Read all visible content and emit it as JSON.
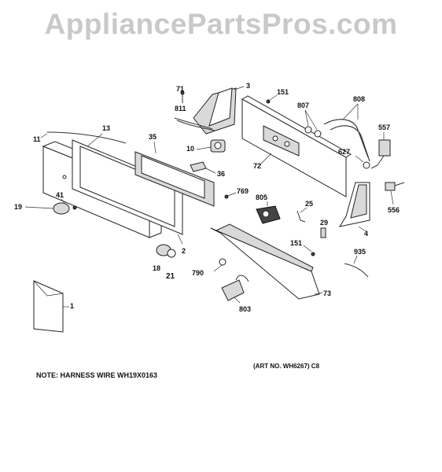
{
  "watermark": "AppliancePartsPros.com",
  "note": "NOTE: HARNESS WIRE WH19X0163",
  "art_number": "(ART NO. WH6267) C8",
  "callouts": {
    "c1": "1",
    "c2": "2",
    "c3": "3",
    "c4": "4",
    "c10": "10",
    "c11": "11",
    "c13": "13",
    "c18": "18",
    "c19": "19",
    "c21": "21",
    "c25": "25",
    "c29": "29",
    "c35": "35",
    "c36": "36",
    "c41": "41",
    "c71": "71",
    "c72": "72",
    "c73": "73",
    "c151a": "151",
    "c151b": "151",
    "c556": "556",
    "c557": "557",
    "c627": "627",
    "c769": "769",
    "c790": "790",
    "c803": "803",
    "c805": "805",
    "c807": "807",
    "c808": "808",
    "c811": "811",
    "c935": "935"
  }
}
